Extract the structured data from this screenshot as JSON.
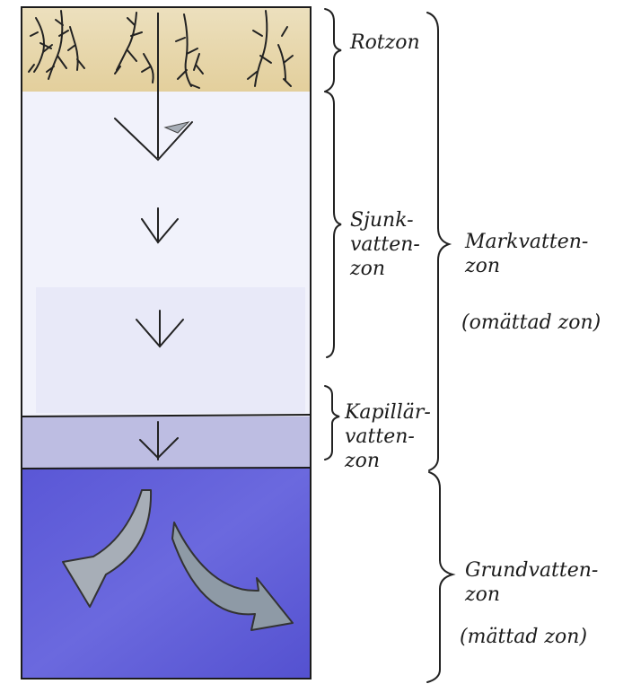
{
  "labels": {
    "root_zone": "Rotzon",
    "percolation_zone": "Sjunk-\nvatten-\nzon",
    "capillary_zone": "Kapillär-\nvatten-\nzon",
    "soil_water_zone": "Markvatten-\nzon",
    "soil_water_note": "(omättad zon)",
    "groundwater_zone": "Grundvatten-\nzon",
    "groundwater_note": "(mättad zon)"
  },
  "colors": {
    "root_zone": "#e8d7aa",
    "percolation_zone": "#f1f2fb",
    "capillary_zone": "#bdbde2",
    "groundwater_zone": "#5e5bd9",
    "arrow_fill": "#a7aeb7",
    "ink": "#1c1c1c"
  }
}
